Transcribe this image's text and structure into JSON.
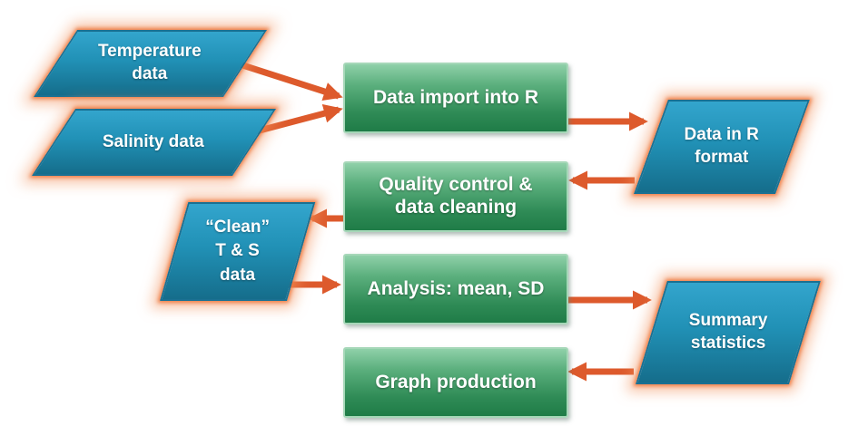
{
  "diagram": {
    "description": "Data workflow flowchart: from raw temperature and salinity data through R import, quality control, analysis and graph production",
    "colors": {
      "process_box_green_top": "#8fd0a9",
      "process_box_green_bottom": "#1f7c47",
      "process_box_border": "#a6d7b8",
      "data_shape_blue_top": "#33a5cd",
      "data_shape_blue_bottom": "#156d8b",
      "data_shape_border": "#1a7092",
      "glow_orange": "#f0945f",
      "arrow_orange": "#dd5a2c",
      "text": "#ffffff",
      "background": "#ffffff"
    },
    "nodes": {
      "temperature": {
        "label": "Temperature\ndata",
        "shape": "parallelogram",
        "kind": "data"
      },
      "salinity": {
        "label": "Salinity data",
        "shape": "parallelogram",
        "kind": "data"
      },
      "data_import": {
        "label": "Data import into R",
        "shape": "rectangle",
        "kind": "process"
      },
      "data_in_r": {
        "label": "Data in R\nformat",
        "shape": "parallelogram",
        "kind": "data"
      },
      "quality": {
        "label": "Quality control &\ndata cleaning",
        "shape": "rectangle",
        "kind": "process"
      },
      "clean_ts": {
        "label": "“Clean”\nT & S\ndata",
        "shape": "parallelogram",
        "kind": "data"
      },
      "analysis": {
        "label": "Analysis: mean, SD",
        "shape": "rectangle",
        "kind": "process"
      },
      "summary": {
        "label": "Summary\nstatistics",
        "shape": "parallelogram",
        "kind": "data"
      },
      "graph": {
        "label": "Graph production",
        "shape": "rectangle",
        "kind": "process"
      }
    },
    "edges": [
      {
        "from": "temperature",
        "to": "data_import"
      },
      {
        "from": "salinity",
        "to": "data_import"
      },
      {
        "from": "data_import",
        "to": "data_in_r"
      },
      {
        "from": "data_in_r",
        "to": "quality"
      },
      {
        "from": "quality",
        "to": "clean_ts"
      },
      {
        "from": "clean_ts",
        "to": "analysis"
      },
      {
        "from": "analysis",
        "to": "summary"
      },
      {
        "from": "summary",
        "to": "graph"
      }
    ]
  }
}
